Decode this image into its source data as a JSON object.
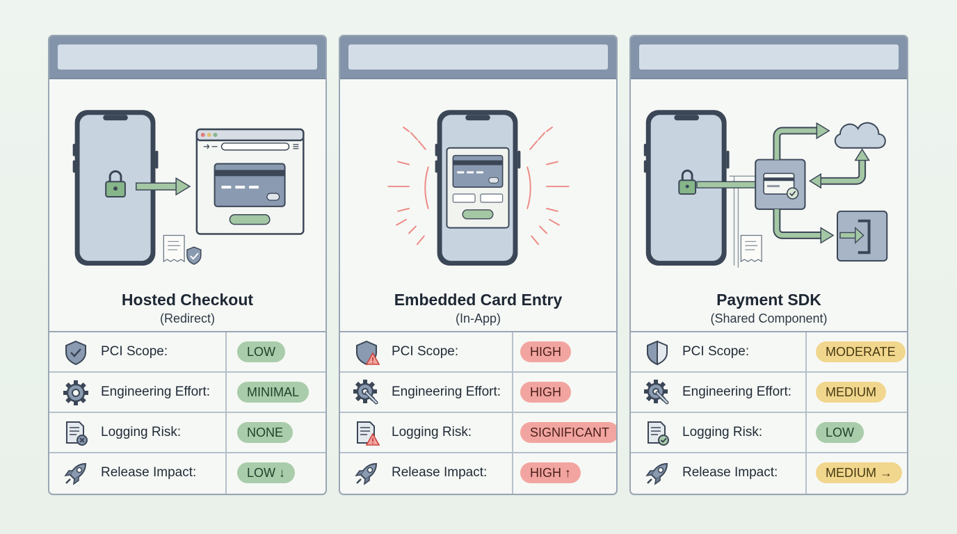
{
  "colors": {
    "green": "#a9ccaa",
    "red": "#f2a5a0",
    "yellow": "#f1d68d",
    "header": "#8394aa",
    "panel": "#f6f8f5"
  },
  "panels": [
    {
      "title": "Hosted Checkout",
      "subtitle": "(Redirect)",
      "rows": [
        {
          "label": "PCI Scope:",
          "value": "LOW",
          "tone": "green",
          "icon": "shield-check-icon"
        },
        {
          "label": "Engineering Effort:",
          "value": "MINIMAL",
          "tone": "green",
          "icon": "gear-icon"
        },
        {
          "label": "Logging Risk:",
          "value": "NONE",
          "tone": "green",
          "icon": "document-x-icon"
        },
        {
          "label": "Release Impact:",
          "value": "LOW ↓",
          "tone": "green",
          "icon": "rocket-icon"
        }
      ]
    },
    {
      "title": "Embedded Card Entry",
      "subtitle": "(In-App)",
      "rows": [
        {
          "label": "PCI Scope:",
          "value": "HIGH",
          "tone": "red",
          "icon": "shield-warning-icon"
        },
        {
          "label": "Engineering Effort:",
          "value": "HIGH",
          "tone": "red",
          "icon": "gear-wrench-icon"
        },
        {
          "label": "Logging Risk:",
          "value": "SIGNIFICANT",
          "tone": "red",
          "icon": "document-warning-icon"
        },
        {
          "label": "Release Impact:",
          "value": "HIGH ↑",
          "tone": "red",
          "icon": "rocket-icon"
        }
      ]
    },
    {
      "title": "Payment SDK",
      "subtitle": "(Shared Component)",
      "rows": [
        {
          "label": "PCI Scope:",
          "value": "MODERATE",
          "tone": "yellow",
          "icon": "shield-half-icon"
        },
        {
          "label": "Engineering Effort:",
          "value": "MEDIUM",
          "tone": "yellow",
          "icon": "gear-wrench-icon"
        },
        {
          "label": "Logging Risk:",
          "value": "LOW",
          "tone": "green",
          "icon": "document-check-icon"
        },
        {
          "label": "Release Impact:",
          "value": "MEDIUM →",
          "tone": "yellow",
          "icon": "rocket-icon"
        }
      ]
    }
  ]
}
